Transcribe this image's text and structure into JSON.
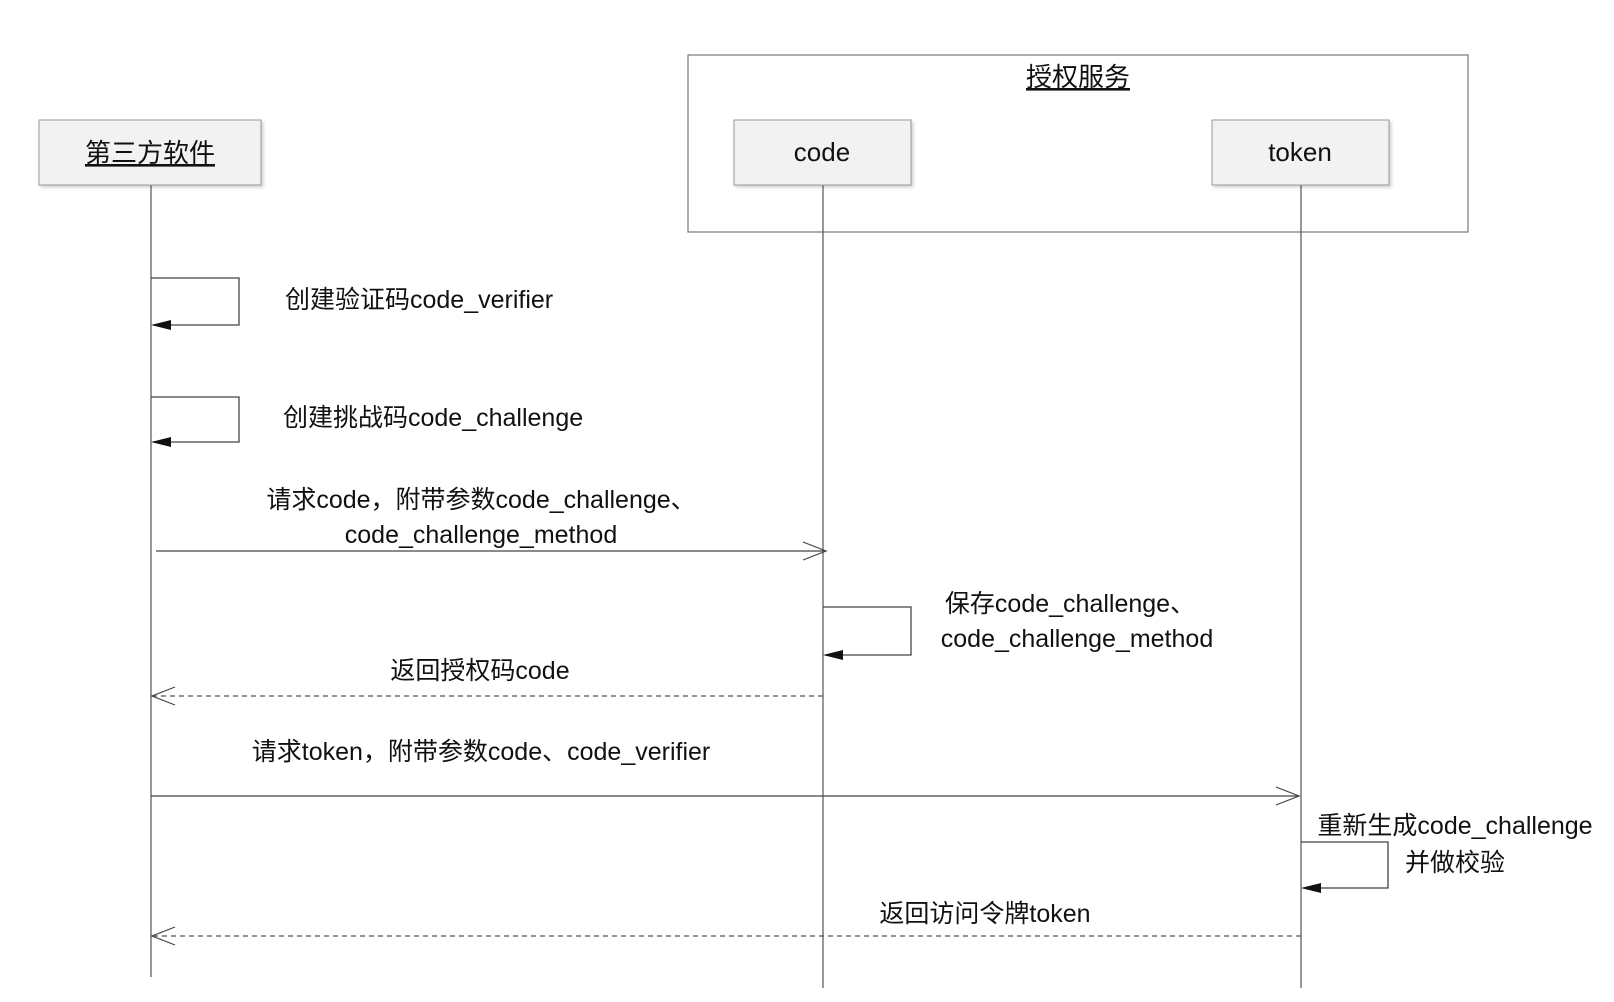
{
  "group": {
    "title": "授权服务"
  },
  "participants": {
    "client": "第三方软件",
    "code": "code",
    "token": "token"
  },
  "messages": {
    "m1": "创建验证码code_verifier",
    "m2": "创建挑战码code_challenge",
    "m3_line1": "请求code，附带参数code_challenge、",
    "m3_line2": "code_challenge_method",
    "m4_line1": "保存code_challenge、",
    "m4_line2": "code_challenge_method",
    "m5": "返回授权码code",
    "m6": "请求token，附带参数code、code_verifier",
    "m7_line1": "重新生成code_challenge",
    "m7_line2": "并做校验",
    "m8": "返回访问令牌token"
  },
  "colors": {
    "line": "#555555",
    "box_fill": "#f2f2f2",
    "box_border": "#999999",
    "text": "#111111"
  }
}
